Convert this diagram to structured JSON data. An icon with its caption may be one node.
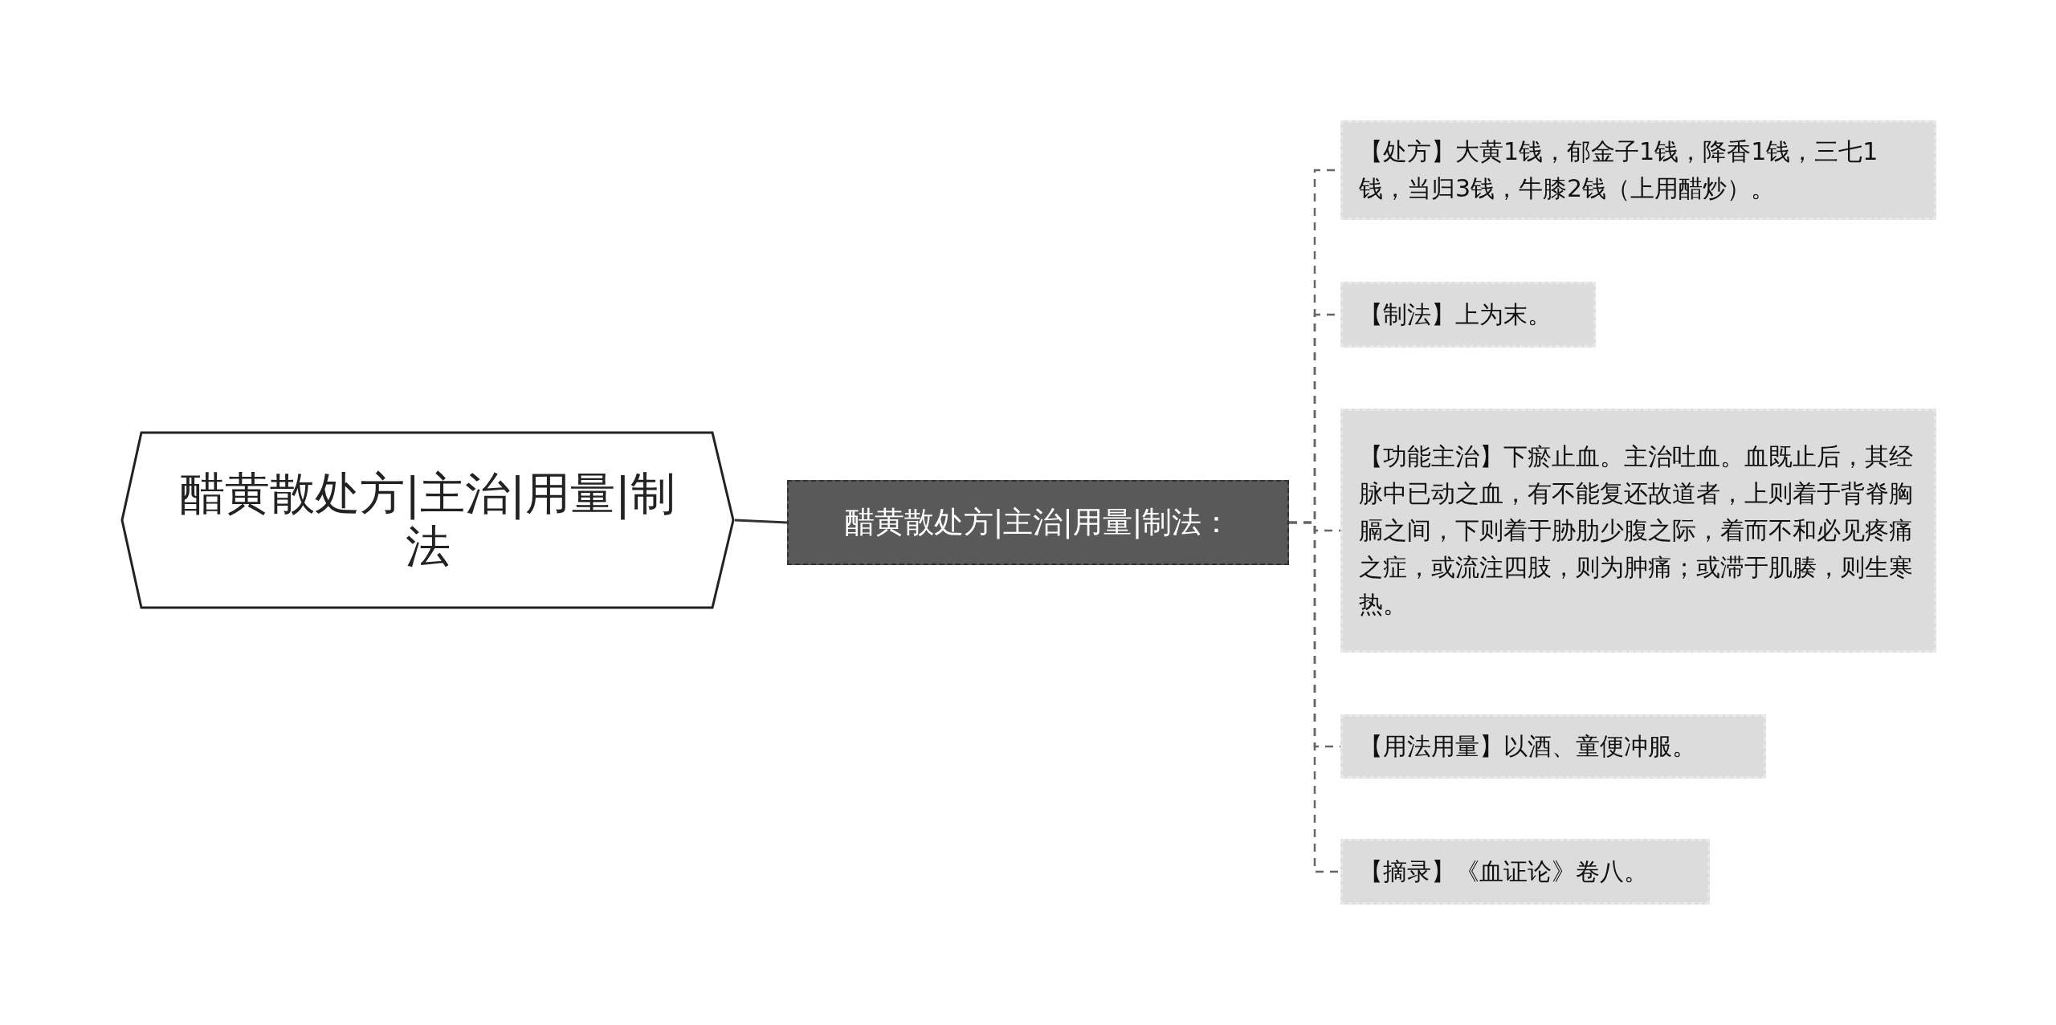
{
  "diagram": {
    "nodes": [
      {
        "text": [
          "醋黄散处方|主治|用量|制法"
        ]
      },
      {
        "text": [
          "醋黄散处方|主治|用量|制法："
        ]
      },
      {
        "text": [
          "【处方】大黄1钱，郁金子1钱，降香1钱，三七1钱，当归3钱，牛膝2钱（上用醋炒）。"
        ]
      },
      {
        "text": [
          "【制法】上为末。"
        ]
      },
      {
        "text": [
          "【功能主治】下瘀止血。主治吐血。血既止后，其经脉中已动之血，有不能复还故道者，上则着于背脊胸膈之间，下则着于胁肋少腹之际，着而不和必见疼痛之症，或流注四肢，则为肿痛；或滞于肌腠，则生寒热。"
        ]
      },
      {
        "text": [
          "【用法用量】以酒、童便冲服。"
        ]
      },
      {
        "text": [
          "【摘录】《血证论》卷八。"
        ]
      }
    ],
    "edges": [
      {
        "from": 0,
        "to": 1,
        "arrow": "none",
        "color": "#333333"
      },
      {
        "from": 1,
        "to": 2,
        "arrow": "none",
        "style": "dashed"
      },
      {
        "from": 1,
        "to": 3,
        "arrow": "none",
        "style": "dashed"
      },
      {
        "from": 1,
        "to": 4,
        "arrow": "none",
        "style": "dashed"
      },
      {
        "from": 1,
        "to": 5,
        "arrow": "none",
        "style": "dashed"
      },
      {
        "from": 1,
        "to": 6,
        "arrow": "none",
        "style": "dashed"
      }
    ]
  }
}
